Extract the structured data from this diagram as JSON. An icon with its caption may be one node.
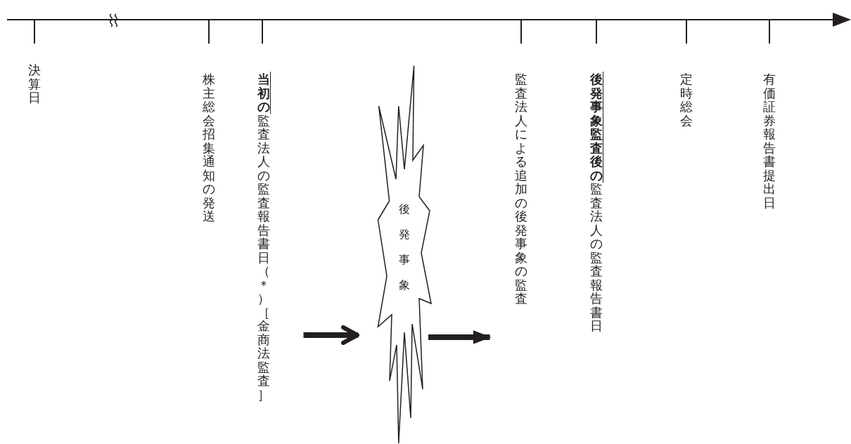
{
  "diagram": {
    "nodes": [
      {
        "text": [
          "決算日"
        ]
      },
      {
        "text": [
          "株主総会招集通知の発送"
        ]
      },
      {
        "text": [
          "**当初の**監査法人の監査報告書日（＊）［金商法監査］"
        ]
      },
      {
        "text": [
          "後発事象"
        ]
      },
      {
        "text": [
          "監査法人による追加の後発事象の監査"
        ]
      },
      {
        "text": [
          "**後発事象監査後の**監査法人の監査報告書日"
        ]
      },
      {
        "text": [
          "定時総会"
        ]
      },
      {
        "text": [
          "有価証券報告書提出日"
        ]
      }
    ],
    "edges": [
      {
        "from": 2,
        "to": 3,
        "arrow": "to"
      },
      {
        "from": 3,
        "to": 4,
        "arrow": "to"
      }
    ]
  }
}
